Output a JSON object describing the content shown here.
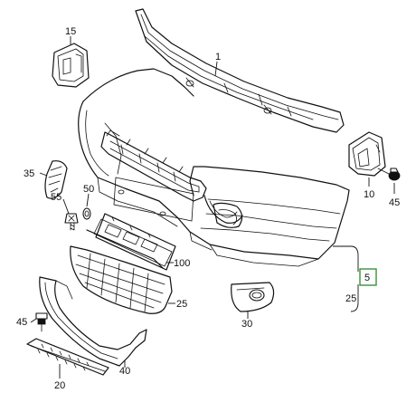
{
  "labels": {
    "p1": "1",
    "p5": "5",
    "p10": "10",
    "p15": "15",
    "p20": "20",
    "p25a": "25",
    "p25b": "25",
    "p30": "30",
    "p35": "35",
    "p40": "40",
    "p45a": "45",
    "p45b": "45",
    "p50": "50",
    "p55": "55",
    "p100": "100"
  },
  "colors": {
    "ink": "#111111",
    "highlight_box": "#2a8a2a",
    "background": "#ffffff"
  }
}
